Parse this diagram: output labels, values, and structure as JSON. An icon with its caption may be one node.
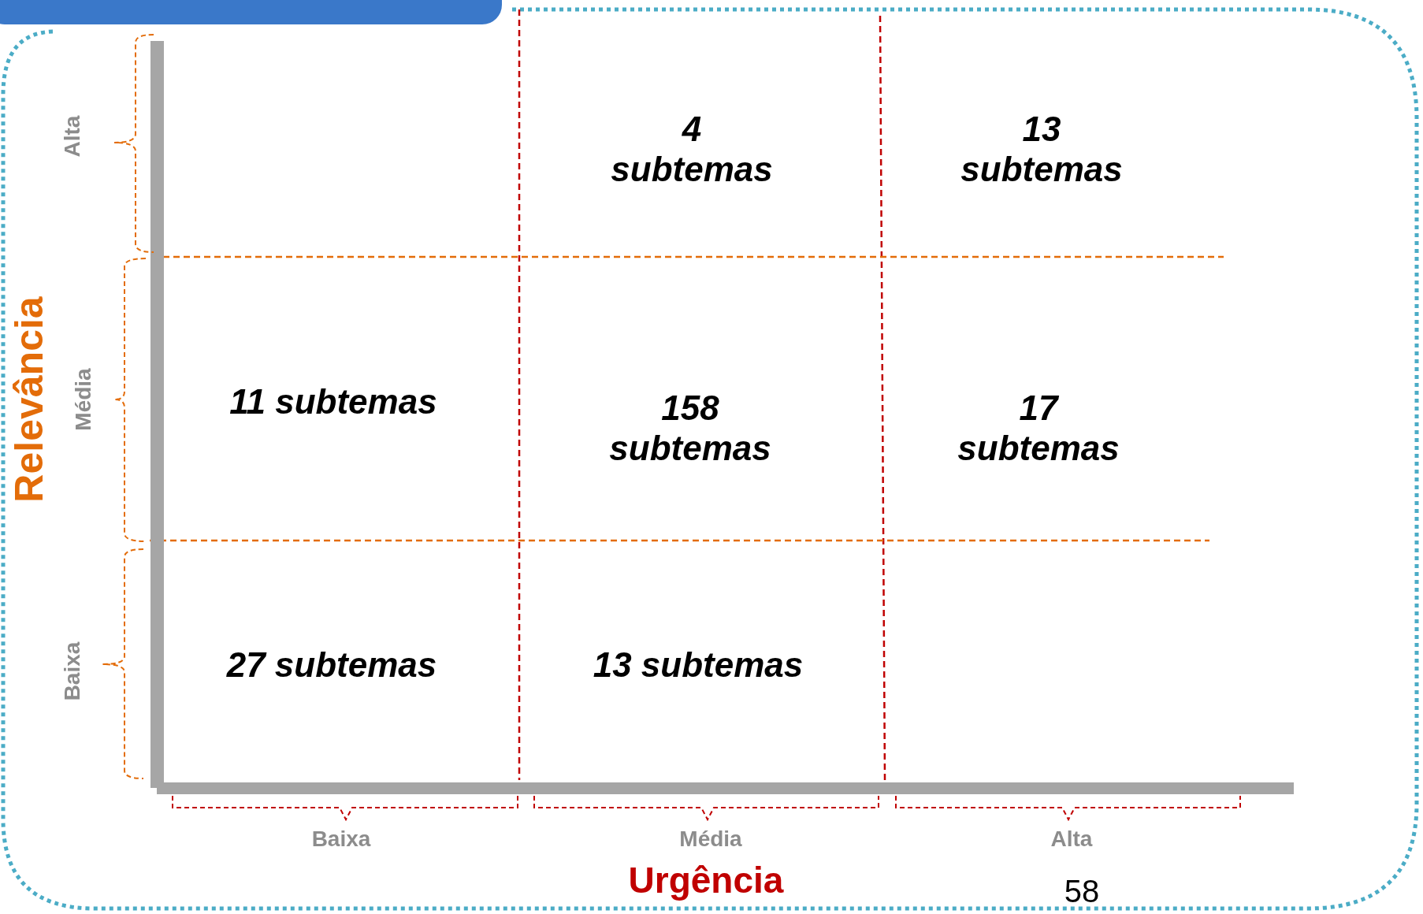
{
  "diagram": {
    "labels": [
      "Alta",
      "4 subtemas",
      "13 subtemas",
      "Relevância",
      "Média",
      "11 subtemas",
      "158 subtemas",
      "17 subtemas",
      "Baixa",
      "27 subtemas",
      "13 subtemas",
      "Baixa",
      "Média",
      "Alta",
      "Urgência",
      "58"
    ]
  }
}
